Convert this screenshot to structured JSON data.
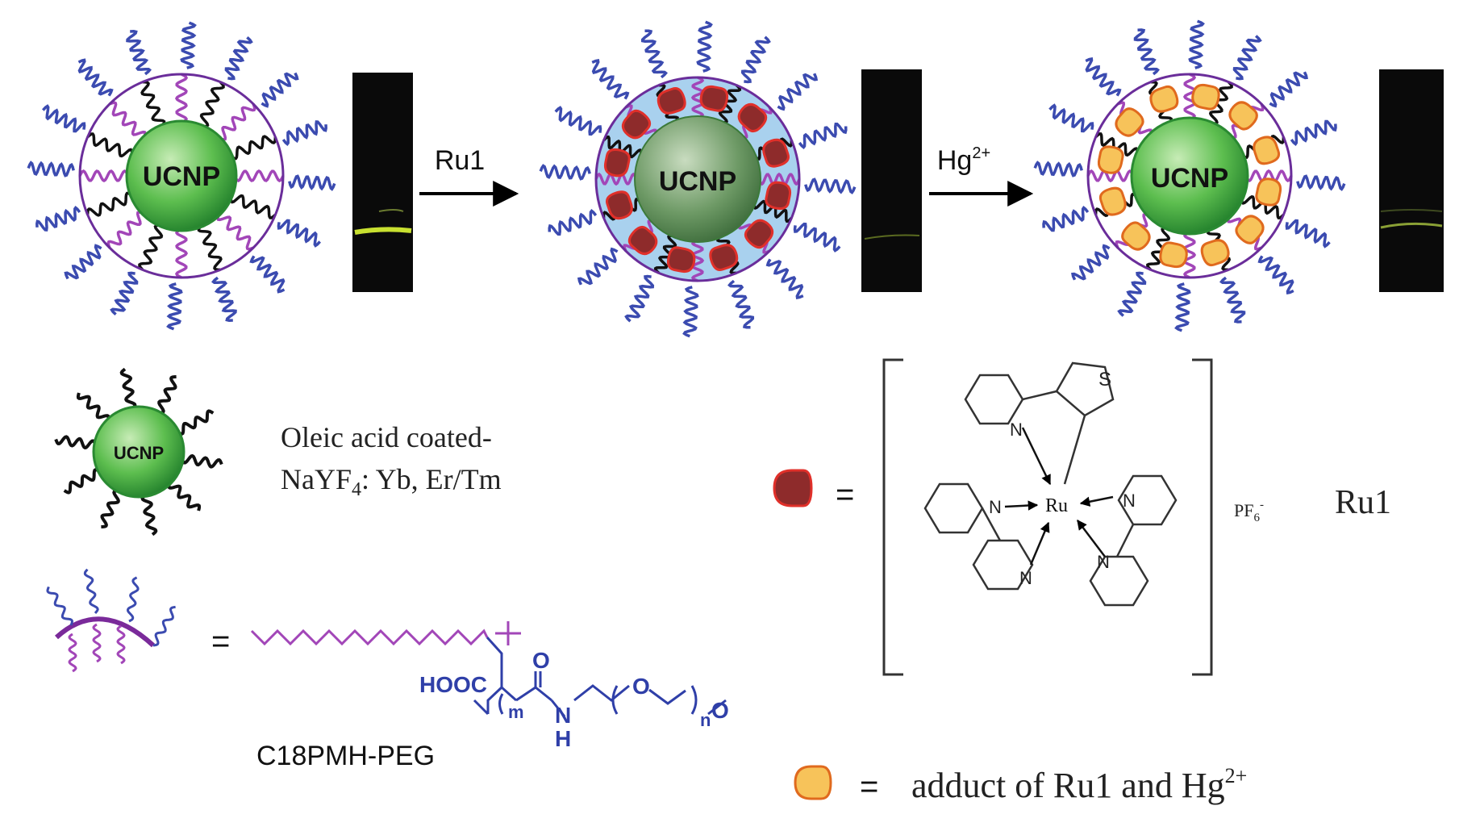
{
  "colors": {
    "peg_blue": "#3b4bb0",
    "alkyl_purple": "#a246b8",
    "oleic_black": "#111111",
    "shell_purple": "#6a2d9a",
    "core_green": "#3fae3f",
    "ru1_dark_red": "#8e2b2b",
    "ru1_border": "#e0302a",
    "adduct_yellow": "#f7c35a",
    "adduct_border": "#e06a1e",
    "hydrophobic_blue": "#9dc6e6",
    "polymer_blue": "#2f3fa8"
  },
  "top_row": {
    "particle_1_label": "UCNP",
    "particle_2_label": "UCNP",
    "particle_3_label": "UCNP",
    "arrow_1_label": "Ru1",
    "arrow_2_label_main": "Hg",
    "arrow_2_label_sup": "2+"
  },
  "legend": {
    "oleic_label": "UCNP",
    "oleic_line1": "Oleic acid coated-",
    "oleic_line2_a": "NaYF",
    "oleic_line2_sub": "4",
    "oleic_line2_b": ": Yb, Er/Tm",
    "equals": "=",
    "polymer_name": "C18PMH-PEG",
    "hooc": "HOOC",
    "carbonyl_o": "O",
    "n_h_n": "N",
    "n_h_h": "H",
    "m_sub": "m",
    "n_sub": "n",
    "ether_o1": "O",
    "ether_o2": "O"
  },
  "ru1_structure": {
    "s_atom": "S",
    "ru": "Ru",
    "n_thienyl": "N",
    "n_left": "N",
    "n_left_down": "N",
    "n_right": "N",
    "n_right_down": "N",
    "counter_ion": "PF",
    "counter_sub": "6",
    "counter_sup": "-",
    "name": "Ru1"
  },
  "adduct_legend": {
    "text_a": "adduct of Ru1 and Hg",
    "text_sup": "2+"
  }
}
